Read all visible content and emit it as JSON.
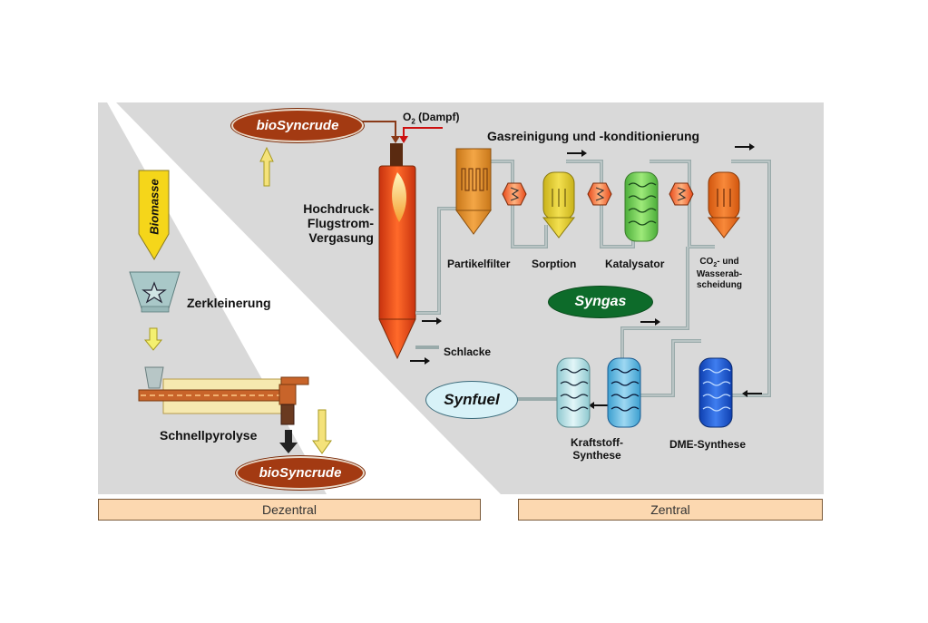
{
  "labels": {
    "biosyncrude_top": "bioSyncrude",
    "biosyncrude_bottom": "bioSyncrude",
    "biomasse": "Biomasse",
    "zerkleinerung": "Zerkleinerung",
    "schnellpyrolyse": "Schnellpyrolyse",
    "o2_prefix": "O",
    "o2_sub": "2",
    "o2_suffix": " (Dampf)",
    "gasreinigung": "Gasreinigung und -konditionierung",
    "hochdruck_1": "Hochdruck-",
    "hochdruck_2": "Flugstrom-",
    "hochdruck_3": "Vergasung",
    "partikelfilter": "Partikelfilter",
    "sorption": "Sorption",
    "katalysator": "Katalysator",
    "co2_prefix": "CO",
    "co2_sub": "2",
    "co2_suffix": "- und",
    "co2_line2": "Wasserab-",
    "co2_line3": "scheidung",
    "syngas": "Syngas",
    "schlacke": "Schlacke",
    "synfuel": "Synfuel",
    "kraftstoff_1": "Kraftstoff-",
    "kraftstoff_2": "Synthese",
    "dme": "DME-Synthese",
    "dezentral": "Dezentral",
    "zentral": "Zentral"
  },
  "colors": {
    "panel": "#d9d9d9",
    "oval_brown": "#a33a12",
    "oval_green": "#0d6b2a",
    "oval_light": "#d8f2f8",
    "reactor_red": "#e8481c",
    "label_box": "#fcd8b0",
    "arrow_yellow": "#f3e36b"
  }
}
